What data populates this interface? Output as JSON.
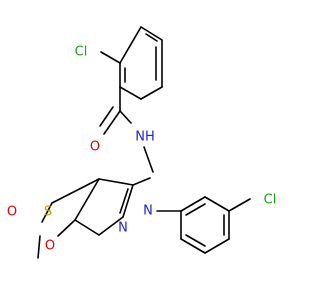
{
  "atoms": {
    "cl_top": {
      "text": "Cl",
      "color": "#1fa01f"
    },
    "o_amide": {
      "text": "O",
      "color": "#e00000"
    },
    "nh": {
      "text": "NH",
      "color": "#1f1fe6"
    },
    "n_ring": {
      "text": "N",
      "color": "#1f1fe6"
    },
    "n_ring2": {
      "text": "N",
      "color": "#1f1fe6"
    },
    "s": {
      "text": "S",
      "color": "#b3a100"
    },
    "o_s_left": {
      "text": "O",
      "color": "#e00000"
    },
    "o_s_bottom": {
      "text": "O",
      "color": "#e00000"
    },
    "cl_right": {
      "text": "Cl",
      "color": "#1fa01f"
    }
  }
}
